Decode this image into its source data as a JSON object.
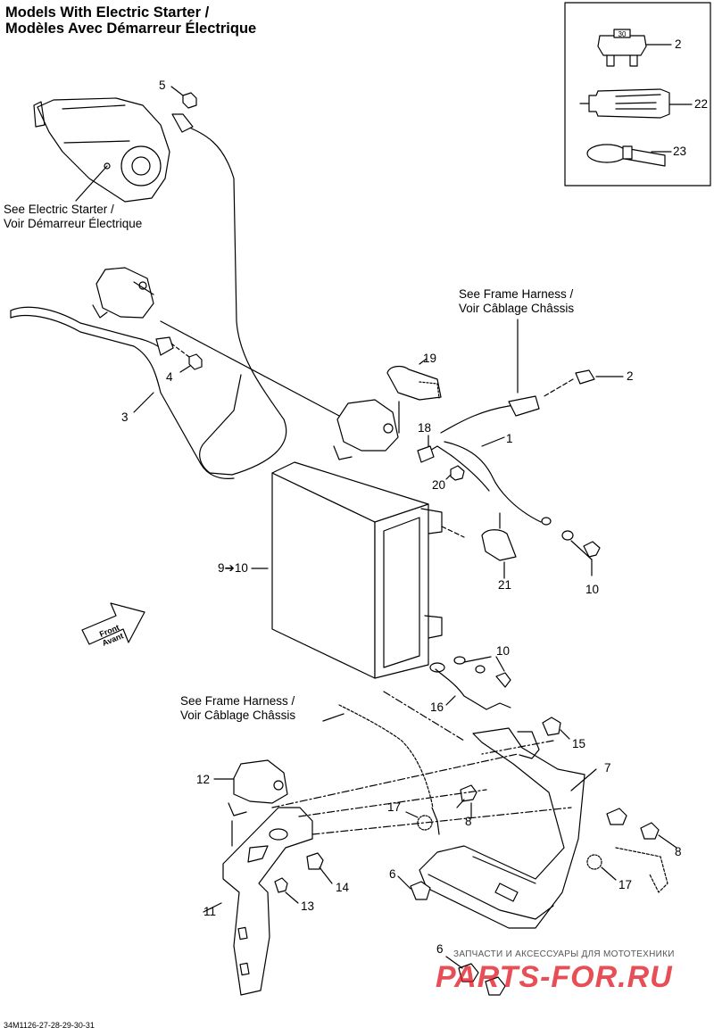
{
  "title": {
    "line1": "Models With Electric Starter /",
    "line2": "Modèles Avec Démarreur Électrique"
  },
  "notes": {
    "starter_1": "See Electric Starter /",
    "starter_2": "Voir Démarreur Électrique",
    "frame_top_1": "See Frame Harness /",
    "frame_top_2": "Voir Câblage Châssis",
    "frame_bottom_1": "See Frame Harness /",
    "frame_bottom_2": "Voir Câblage Châssis"
  },
  "callouts": {
    "c1": "1",
    "c2a": "2",
    "c2b": "2",
    "c3": "3",
    "c4": "4",
    "c5": "5",
    "c6a": "6",
    "c6b": "6",
    "c7": "7",
    "c8a": "8",
    "c8b": "8",
    "c9": "9➔10",
    "c10a": "10",
    "c10b": "10",
    "c11": "11",
    "c12": "12",
    "c13": "13",
    "c14": "14",
    "c15": "15",
    "c16": "16",
    "c17a": "17",
    "c17b": "17",
    "c18": "18",
    "c19": "19",
    "c20": "20",
    "c21": "21",
    "c22": "22",
    "c23": "23"
  },
  "arrow_label": {
    "line1": "Front",
    "line2": "Avant"
  },
  "fuse_label": "30",
  "diagram_code": "34M1126-27-28-29-30-31",
  "watermark": {
    "tagline": "ЗАПЧАСТИ И АКСЕССУАРЫ ДЛЯ МОТОТЕХНИКИ",
    "brand": "PARTS-FOR.RU"
  },
  "colors": {
    "line": "#000000",
    "watermark": "#e0141e"
  }
}
